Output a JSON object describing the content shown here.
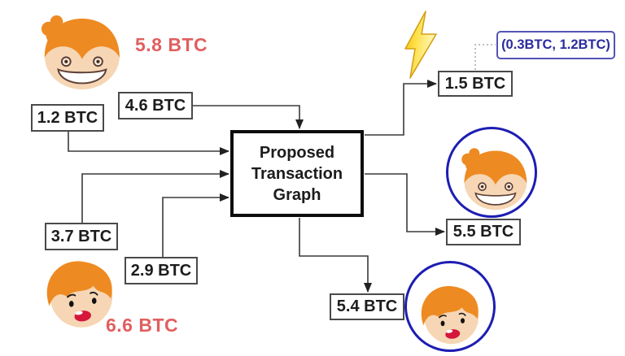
{
  "diagram": {
    "title": "Proposed Transaction Graph"
  },
  "participants": {
    "sender_girl": {
      "icon": "girl-avatar-icon",
      "balance": "5.8 BTC"
    },
    "sender_boy": {
      "icon": "boy-avatar-icon",
      "balance": "6.6 BTC"
    }
  },
  "inputs": [
    {
      "label": "1.2 BTC"
    },
    {
      "label": "4.6 BTC"
    },
    {
      "label": "3.7 BTC"
    },
    {
      "label": "2.9 BTC"
    }
  ],
  "outputs": [
    {
      "label": "1.5 BTC",
      "note": "(0.3BTC, 1.2BTC)",
      "recipient": "lightning-bolt-icon"
    },
    {
      "label": "5.5 BTC",
      "recipient": "girl-avatar-icon"
    },
    {
      "label": "5.4 BTC",
      "recipient": "boy-avatar-icon"
    }
  ],
  "icons": {
    "lightning": "lightning-bolt-icon",
    "girl": "girl-avatar-icon",
    "boy": "boy-avatar-icon"
  },
  "colors": {
    "balance_text": "#e05f5f",
    "note_text": "#2b2b9e",
    "note_border": "#5353b5",
    "circle_border": "#1d1db3",
    "line": "#3a3a3a",
    "box_border": "#4a4a4a",
    "avatar_hair": "#ee8a22",
    "bolt_yellow": "#ffd417"
  }
}
